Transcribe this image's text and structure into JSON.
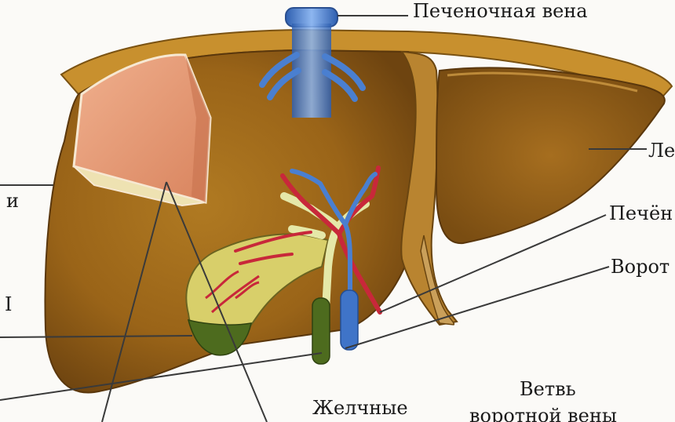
{
  "diagram": {
    "labels": {
      "hepatic_vein": "Печеночная вена",
      "left_lobe": "Ле",
      "hepatic_artery": "Печён",
      "portal_vein": "Ворот",
      "bile_ducts": "Желчные",
      "portal_branch_line1": "Ветвь",
      "portal_branch_line2": "воротной вены",
      "left_edge_1": "и",
      "left_edge_2": "І"
    },
    "colors": {
      "liver": "#9a6418",
      "liver_dark": "#6e4410",
      "capsule": "#c8902e",
      "vein_blue": "#4a7fd0",
      "artery_red": "#c8283a",
      "bile_green": "#4d6b1e",
      "gallbladder": "#d8cf6a",
      "cut_section": "#e8a07a",
      "cut_floor": "#eee2b2",
      "leader": "#3a3a3a"
    }
  }
}
